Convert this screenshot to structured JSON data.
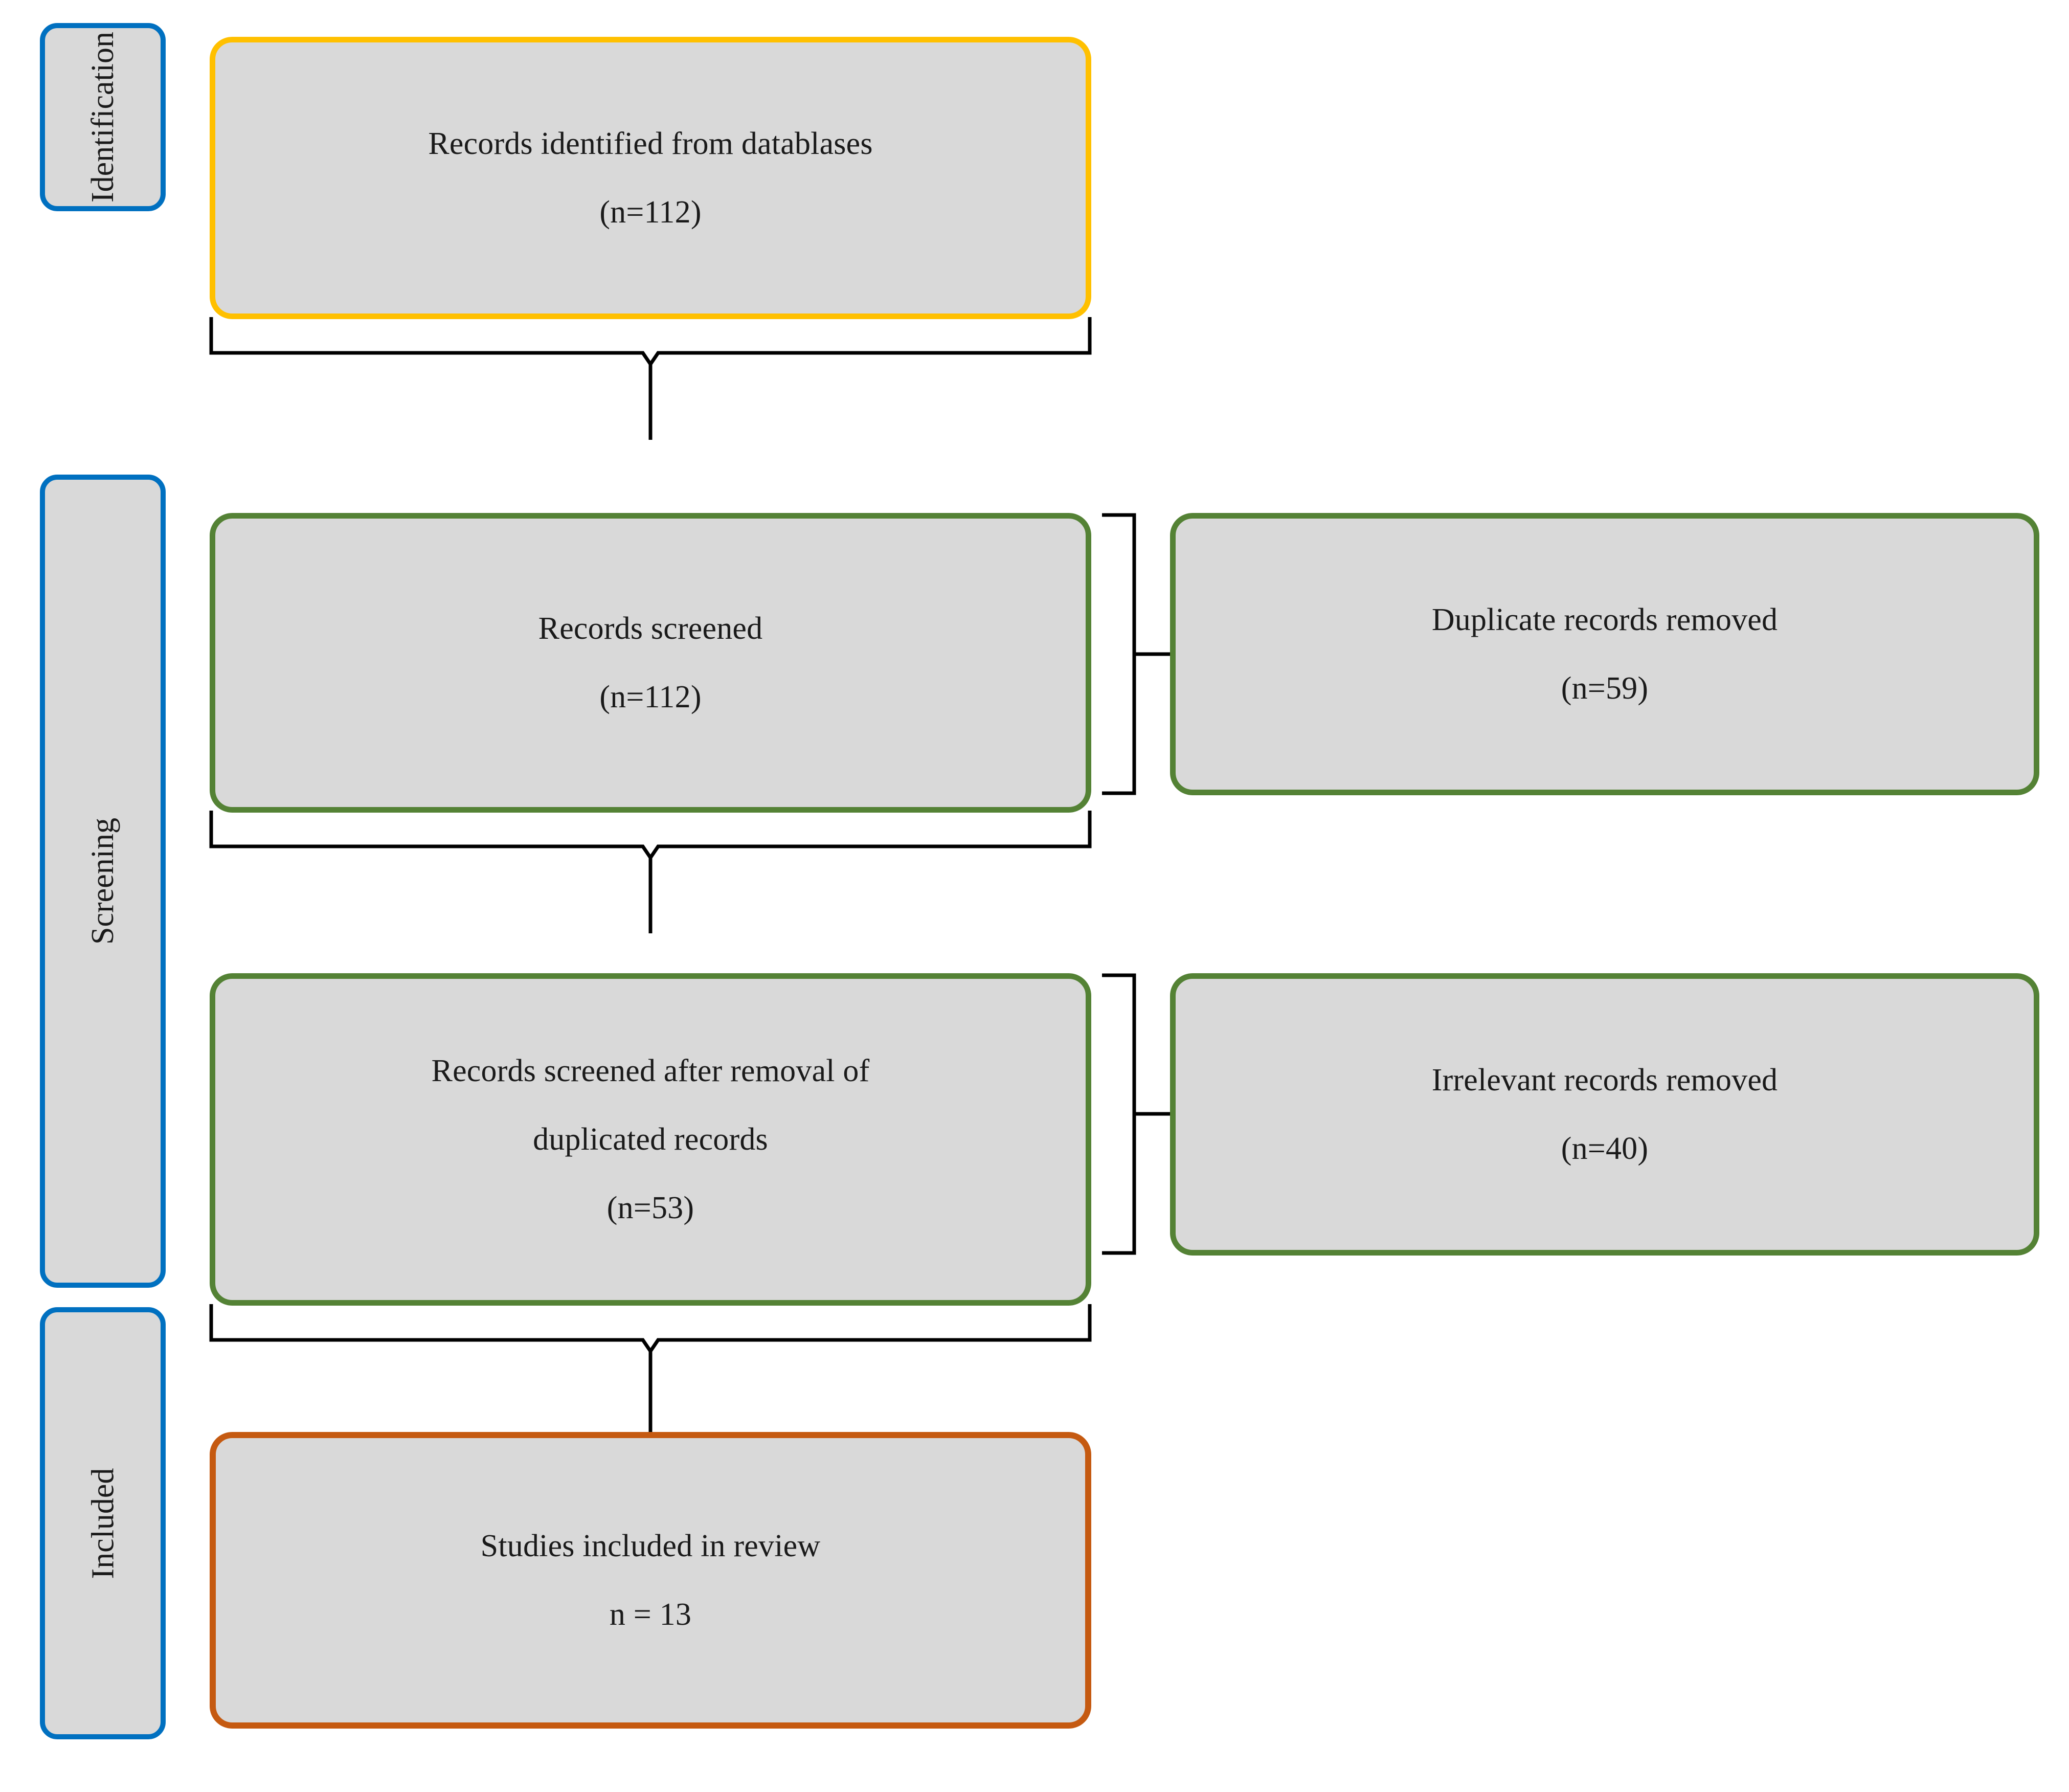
{
  "diagram": {
    "type": "prisma-flow-diagram",
    "colors": {
      "stage_border": "#0070C0",
      "identification_border": "#FFC000",
      "screening_border": "#548235",
      "included_border": "#C55A11",
      "box_fill": "#D9D9D9",
      "connector": "#000000",
      "text": "#1A1A1A"
    }
  },
  "stages": [
    {
      "id": "identification",
      "label": "Identification"
    },
    {
      "id": "screening",
      "label": "Screening"
    },
    {
      "id": "included",
      "label": "Included"
    }
  ],
  "nodes": {
    "records_identified": {
      "lines": [
        "Records identified from datablases",
        "(n=112)"
      ],
      "border_color": "#FFC000"
    },
    "records_screened": {
      "lines": [
        "Records screened",
        "(n=112)"
      ],
      "border_color": "#548235"
    },
    "duplicates_removed": {
      "lines": [
        "Duplicate records removed",
        "(n=59)"
      ],
      "border_color": "#548235"
    },
    "records_after_dedup": {
      "lines": [
        "Records screened after removal of",
        "duplicated records",
        "(n=53)"
      ],
      "border_color": "#548235"
    },
    "irrelevant_removed": {
      "lines": [
        "Irrelevant records removed",
        "(n=40)"
      ],
      "border_color": "#548235"
    },
    "studies_included": {
      "lines": [
        "Studies included in review",
        "n = 13"
      ],
      "border_color": "#C55A11"
    }
  },
  "chart_data": {
    "type": "diagram",
    "title": "PRISMA flow diagram",
    "stages": [
      "Identification",
      "Screening",
      "Included"
    ],
    "steps": [
      {
        "stage": "Identification",
        "label": "Records identified from datablases",
        "n": 112
      },
      {
        "stage": "Screening",
        "label": "Records screened",
        "n": 112
      },
      {
        "stage": "Screening",
        "label": "Duplicate records removed",
        "n": 59,
        "excluded": true
      },
      {
        "stage": "Screening",
        "label": "Records screened after removal of duplicated records",
        "n": 53
      },
      {
        "stage": "Screening",
        "label": "Irrelevant records removed",
        "n": 40,
        "excluded": true
      },
      {
        "stage": "Included",
        "label": "Studies included in review",
        "n": 13
      }
    ]
  }
}
